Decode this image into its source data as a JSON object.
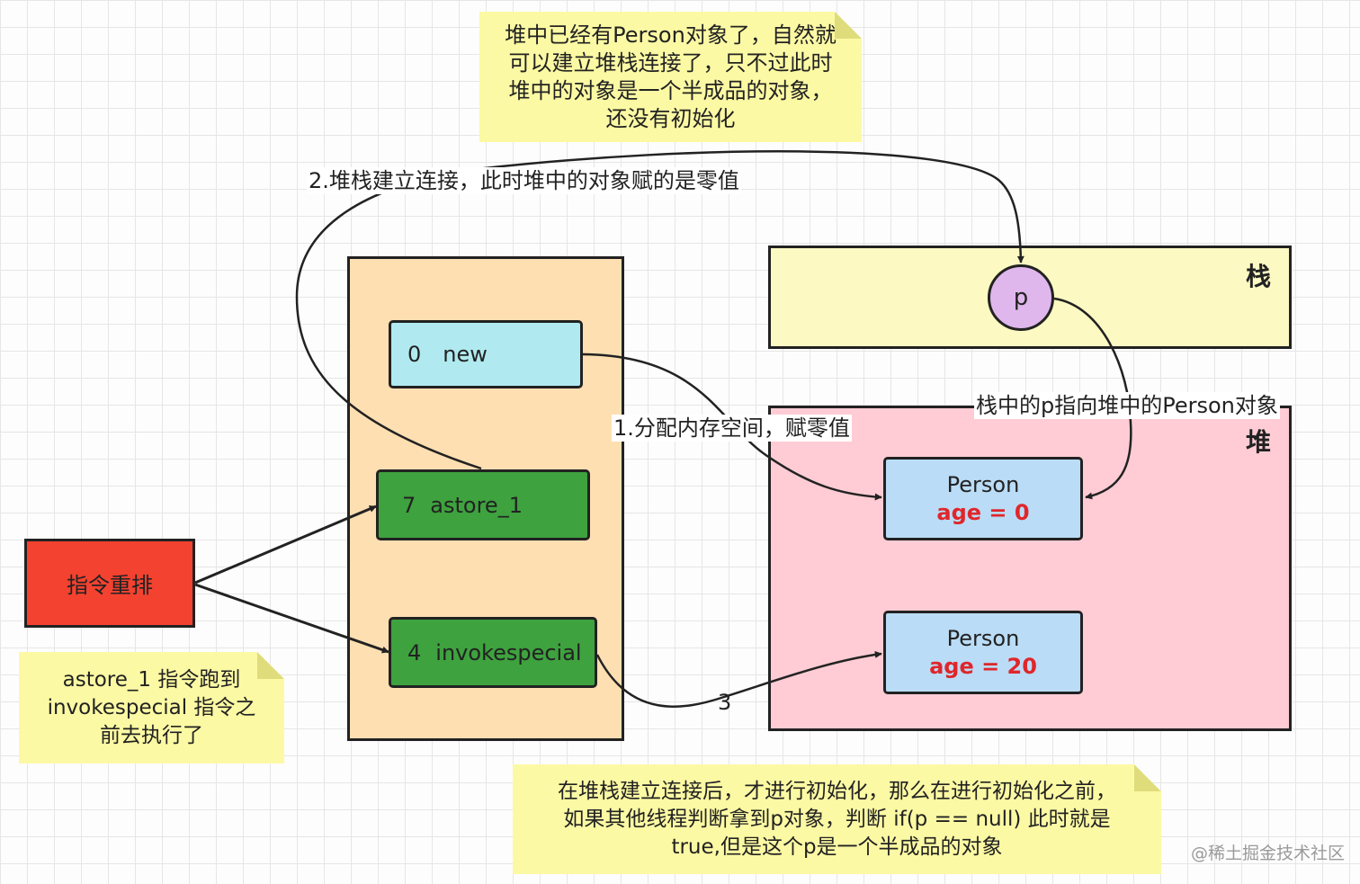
{
  "notes": {
    "top": "堆中已经有Person对象了，自然就\n可以建立堆栈连接了，只不过此时\n堆中的对象是一个半成品的对象，\n还没有初始化",
    "left": "astore_1 指令跑到\ninvokespecial 指令之\n前去执行了",
    "bottom": "在堆栈建立连接后，才进行初始化，那么在进行初始化之前，\n如果其他线程判断拿到p对象，判断 if(p == null) 此时就是\ntrue,但是这个p是一个半成品的对象"
  },
  "labels": {
    "step2": "2.堆栈建立连接，此时堆中的对象赋的是零值",
    "step1": "1.分配内存空间，赋零值",
    "pointer": "栈中的p指向堆中的Person对象",
    "step3": "3"
  },
  "stack": {
    "title": "栈",
    "var": "p"
  },
  "heap": {
    "title": "堆",
    "obj1": {
      "name": "Person",
      "field": "age = 0"
    },
    "obj2": {
      "name": "Person",
      "field": "age = 20"
    }
  },
  "instructions": [
    {
      "index": "0",
      "op": "new"
    },
    {
      "index": "7",
      "op": "astore_1"
    },
    {
      "index": "4",
      "op": "invokespecial"
    }
  ],
  "reorder": "指令重排",
  "watermark": "@稀土掘金技术社区",
  "colors": {
    "note": "#fcf9a4",
    "stack": "#fcf9c2",
    "heap": "#ffccd5",
    "instr_panel": "#fedfb2",
    "new_box": "#b0eaf0",
    "green_box": "#3ea23e",
    "object_box": "#badcf6",
    "p_circle": "#e0b7ec",
    "reorder_box": "#f44230",
    "field_text": "#e0262a"
  }
}
